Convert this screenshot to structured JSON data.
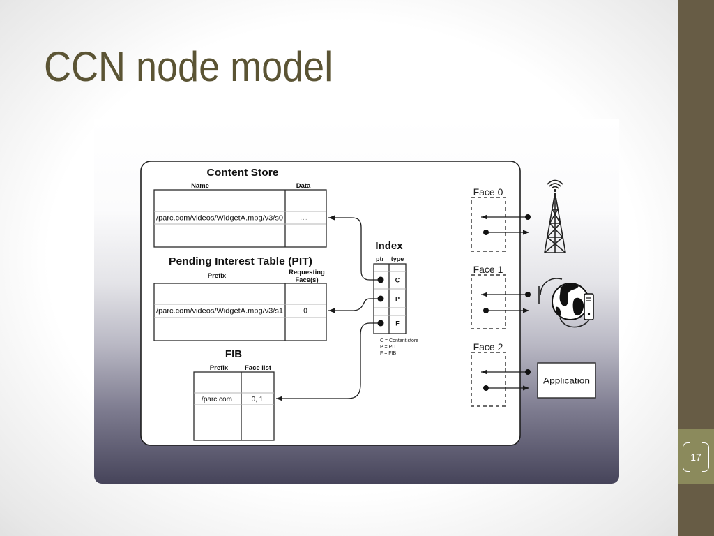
{
  "slide": {
    "title": "CCN node model",
    "page_number": "17"
  },
  "content_store": {
    "title": "Content Store",
    "columns": [
      "Name",
      "Data"
    ],
    "rows": [
      {
        "name": "/parc.com/videos/WidgetA.mpg/v3/s0",
        "data": "..."
      }
    ]
  },
  "pit": {
    "title": "Pending Interest Table (PIT)",
    "columns": [
      "Prefix",
      [
        "Requesting",
        "Face(s)"
      ]
    ],
    "rows": [
      {
        "prefix": "/parc.com/videos/WidgetA.mpg/v3/s1",
        "faces": "0"
      }
    ]
  },
  "fib": {
    "title": "FIB",
    "columns": [
      "Prefix",
      "Face list"
    ],
    "rows": [
      {
        "prefix": "/parc.com",
        "faces": "0, 1"
      }
    ]
  },
  "index": {
    "title": "Index",
    "columns": [
      "ptr",
      "type"
    ],
    "entries": [
      {
        "type": "C"
      },
      {
        "type": "P"
      },
      {
        "type": "F"
      }
    ],
    "legend": [
      "C = Content store",
      "P = PIT",
      "F = FIB"
    ]
  },
  "faces": [
    {
      "label": "Face 0",
      "icon": "radio-tower-icon"
    },
    {
      "label": "Face 1",
      "icon": "globe-network-icon"
    },
    {
      "label": "Face 2",
      "endpoint_label": "Application"
    }
  ],
  "theme": {
    "title_color": "#5b5434",
    "accent_bar": "#675c45",
    "page_box": "#8b8a5c"
  }
}
